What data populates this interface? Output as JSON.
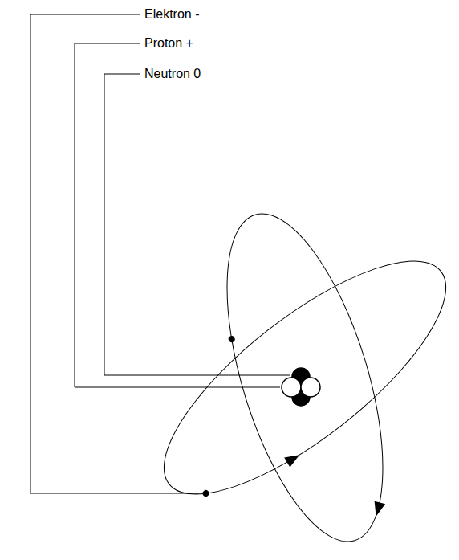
{
  "diagram": {
    "labels": [
      "Elektron -",
      "Proton +",
      "Neutron 0"
    ]
  }
}
